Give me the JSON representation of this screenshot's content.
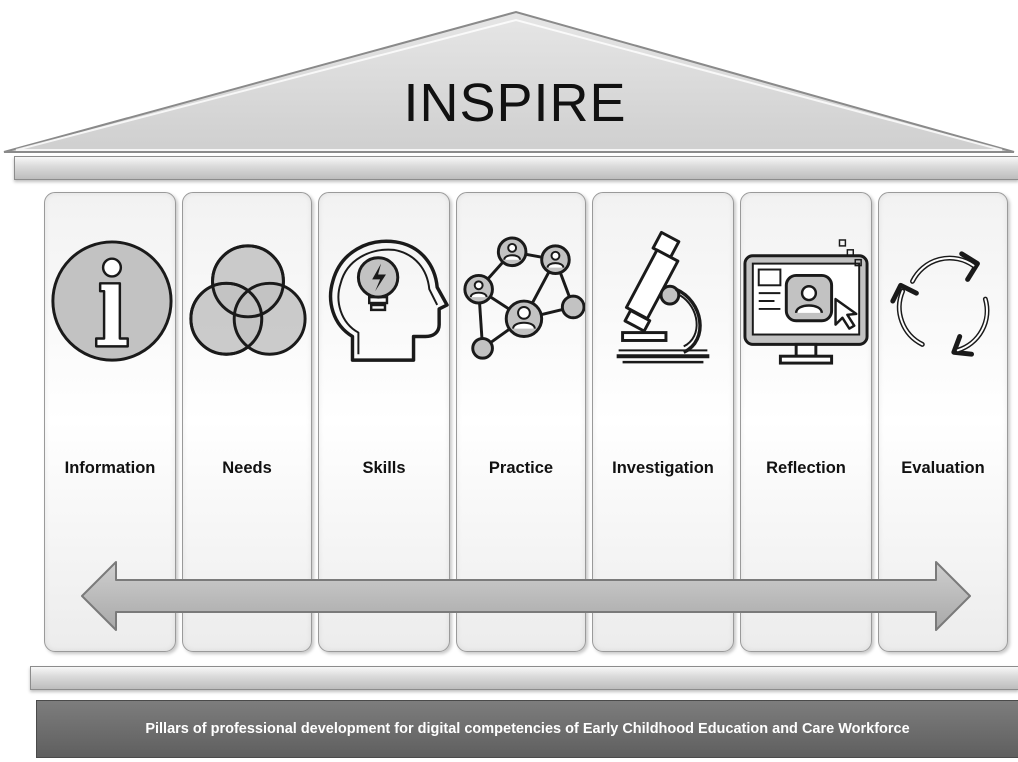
{
  "title": "INSPIRE",
  "pillars": [
    {
      "label": "Information",
      "icon": "info-icon"
    },
    {
      "label": "Needs",
      "icon": "venn-diagram-icon"
    },
    {
      "label": "Skills",
      "icon": "head-lightbulb-icon"
    },
    {
      "label": "Practice",
      "icon": "network-people-icon"
    },
    {
      "label": "Investigation",
      "icon": "microscope-icon"
    },
    {
      "label": "Reflection",
      "icon": "computer-profile-icon"
    },
    {
      "label": "Evaluation",
      "icon": "cycle-arrows-icon"
    }
  ],
  "caption": "Pillars of professional development for digital competencies of Early Childhood Education and Care Workforce",
  "colors": {
    "roof_fill": "#d6d6d6",
    "icon_fill": "#c2c2c2",
    "caption_bg": "#6e6e6e",
    "arrow_fill": "#b0b0b0"
  }
}
